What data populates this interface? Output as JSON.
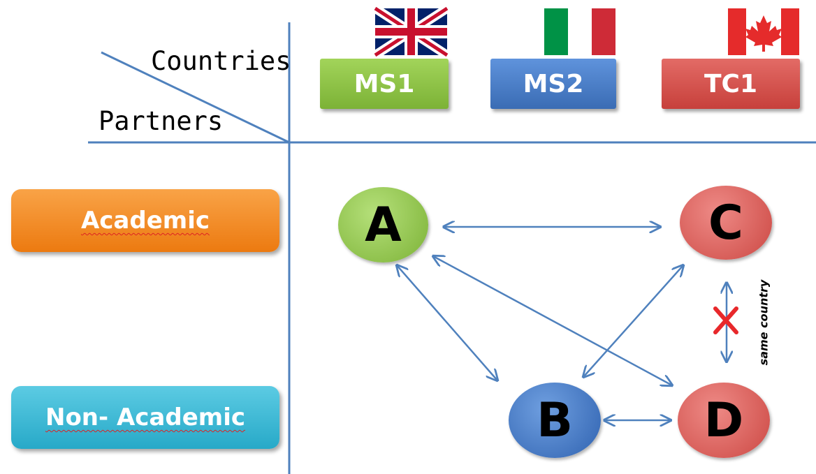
{
  "header": {
    "countries_label": "Countries",
    "partners_label": "Partners"
  },
  "countries": [
    {
      "label": "MS1",
      "flag": "uk-flag-icon",
      "color": "#8cc63f"
    },
    {
      "label": "MS2",
      "flag": "italy-flag-icon",
      "color": "#4a7ec8"
    },
    {
      "label": "TC1",
      "flag": "canada-flag-icon",
      "color": "#d9534f"
    }
  ],
  "partners": [
    {
      "label": "Academic",
      "color": "#f5891f"
    },
    {
      "label": "Non- Academic",
      "color": "#3cbad6"
    }
  ],
  "nodes": [
    {
      "id": "A",
      "color": "#8cc63f"
    },
    {
      "id": "B",
      "color": "#3f77c4"
    },
    {
      "id": "C",
      "color": "#d9534f"
    },
    {
      "id": "D",
      "color": "#d9534f"
    }
  ],
  "edges": [
    {
      "from": "A",
      "to": "C"
    },
    {
      "from": "A",
      "to": "B"
    },
    {
      "from": "A",
      "to": "D"
    },
    {
      "from": "B",
      "to": "C"
    },
    {
      "from": "B",
      "to": "D"
    }
  ],
  "forbidden_edge": {
    "from": "C",
    "to": "D",
    "note": "same country",
    "mark_color": "#e8282b"
  },
  "line_color": "#4f81bd"
}
